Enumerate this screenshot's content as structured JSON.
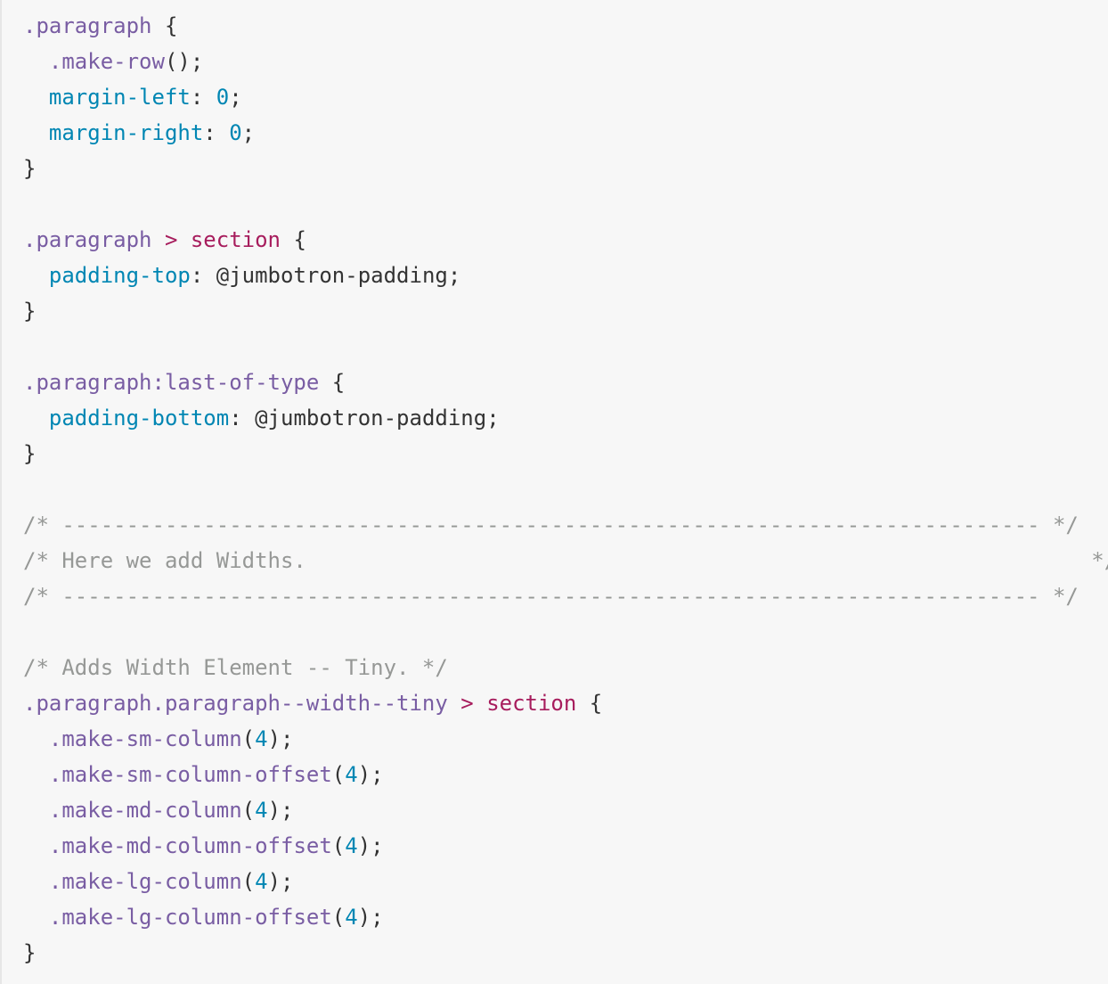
{
  "code_view": {
    "language": "less",
    "lines": [
      [
        {
          "t": ".paragraph",
          "c": "sel"
        },
        {
          "t": " {",
          "c": "text"
        }
      ],
      [
        {
          "t": "  ",
          "c": "text"
        },
        {
          "t": ".make-row",
          "c": "sel"
        },
        {
          "t": "();",
          "c": "text"
        }
      ],
      [
        {
          "t": "  ",
          "c": "text"
        },
        {
          "t": "margin-left",
          "c": "prop"
        },
        {
          "t": ": ",
          "c": "text"
        },
        {
          "t": "0",
          "c": "num"
        },
        {
          "t": ";",
          "c": "text"
        }
      ],
      [
        {
          "t": "  ",
          "c": "text"
        },
        {
          "t": "margin-right",
          "c": "prop"
        },
        {
          "t": ": ",
          "c": "text"
        },
        {
          "t": "0",
          "c": "num"
        },
        {
          "t": ";",
          "c": "text"
        }
      ],
      [
        {
          "t": "}",
          "c": "text"
        }
      ],
      [],
      [
        {
          "t": ".paragraph",
          "c": "sel"
        },
        {
          "t": " ",
          "c": "text"
        },
        {
          "t": ">",
          "c": "tag"
        },
        {
          "t": " ",
          "c": "text"
        },
        {
          "t": "section",
          "c": "tag"
        },
        {
          "t": " {",
          "c": "text"
        }
      ],
      [
        {
          "t": "  ",
          "c": "text"
        },
        {
          "t": "padding-top",
          "c": "prop"
        },
        {
          "t": ": @jumbotron-padding;",
          "c": "text"
        }
      ],
      [
        {
          "t": "}",
          "c": "text"
        }
      ],
      [],
      [
        {
          "t": ".paragraph:last-of-type",
          "c": "sel"
        },
        {
          "t": " {",
          "c": "text"
        }
      ],
      [
        {
          "t": "  ",
          "c": "text"
        },
        {
          "t": "padding-bottom",
          "c": "prop"
        },
        {
          "t": ": @jumbotron-padding;",
          "c": "text"
        }
      ],
      [
        {
          "t": "}",
          "c": "text"
        }
      ],
      [],
      [
        {
          "t": "/* ---------------------------------------------------------------------------- */",
          "c": "cmt"
        }
      ],
      [
        {
          "t": "/* Here we add Widths.                                                             */",
          "c": "cmt"
        }
      ],
      [
        {
          "t": "/* ---------------------------------------------------------------------------- */",
          "c": "cmt"
        }
      ],
      [],
      [
        {
          "t": "/* Adds Width Element -- Tiny. */",
          "c": "cmt"
        }
      ],
      [
        {
          "t": ".paragraph.paragraph--width--tiny",
          "c": "sel"
        },
        {
          "t": " ",
          "c": "text"
        },
        {
          "t": ">",
          "c": "tag"
        },
        {
          "t": " ",
          "c": "text"
        },
        {
          "t": "section",
          "c": "tag"
        },
        {
          "t": " {",
          "c": "text"
        }
      ],
      [
        {
          "t": "  ",
          "c": "text"
        },
        {
          "t": ".make-sm-column",
          "c": "sel"
        },
        {
          "t": "(",
          "c": "text"
        },
        {
          "t": "4",
          "c": "num"
        },
        {
          "t": ");",
          "c": "text"
        }
      ],
      [
        {
          "t": "  ",
          "c": "text"
        },
        {
          "t": ".make-sm-column-offset",
          "c": "sel"
        },
        {
          "t": "(",
          "c": "text"
        },
        {
          "t": "4",
          "c": "num"
        },
        {
          "t": ");",
          "c": "text"
        }
      ],
      [
        {
          "t": "  ",
          "c": "text"
        },
        {
          "t": ".make-md-column",
          "c": "sel"
        },
        {
          "t": "(",
          "c": "text"
        },
        {
          "t": "4",
          "c": "num"
        },
        {
          "t": ");",
          "c": "text"
        }
      ],
      [
        {
          "t": "  ",
          "c": "text"
        },
        {
          "t": ".make-md-column-offset",
          "c": "sel"
        },
        {
          "t": "(",
          "c": "text"
        },
        {
          "t": "4",
          "c": "num"
        },
        {
          "t": ");",
          "c": "text"
        }
      ],
      [
        {
          "t": "  ",
          "c": "text"
        },
        {
          "t": ".make-lg-column",
          "c": "sel"
        },
        {
          "t": "(",
          "c": "text"
        },
        {
          "t": "4",
          "c": "num"
        },
        {
          "t": ");",
          "c": "text"
        }
      ],
      [
        {
          "t": "  ",
          "c": "text"
        },
        {
          "t": ".make-lg-column-offset",
          "c": "sel"
        },
        {
          "t": "(",
          "c": "text"
        },
        {
          "t": "4",
          "c": "num"
        },
        {
          "t": ");",
          "c": "text"
        }
      ],
      [
        {
          "t": "}",
          "c": "text"
        }
      ]
    ]
  },
  "colors": {
    "background": "#f7f7f7",
    "selector": "#795da3",
    "tag": "#a71d5d",
    "property": "#0086b3",
    "number": "#0086b3",
    "text": "#333333",
    "comment": "#969896"
  }
}
